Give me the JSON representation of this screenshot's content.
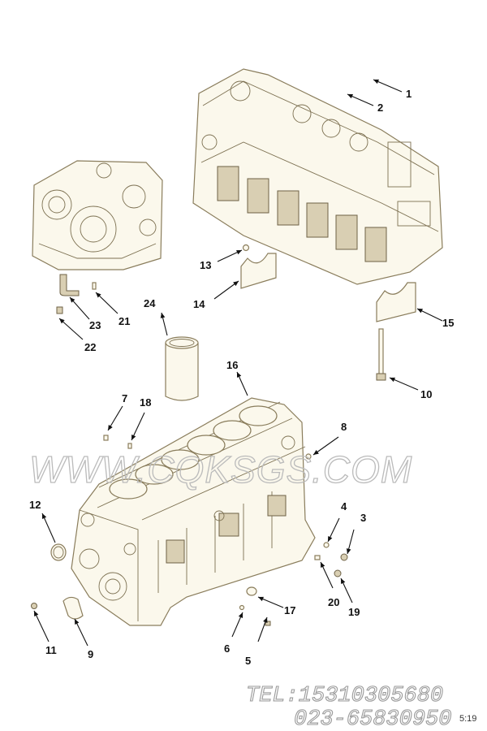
{
  "callouts": [
    {
      "id": "1",
      "label": "1"
    },
    {
      "id": "2",
      "label": "2"
    },
    {
      "id": "3",
      "label": "3"
    },
    {
      "id": "4",
      "label": "4"
    },
    {
      "id": "5",
      "label": "5"
    },
    {
      "id": "6",
      "label": "6"
    },
    {
      "id": "7",
      "label": "7"
    },
    {
      "id": "8",
      "label": "8"
    },
    {
      "id": "9",
      "label": "9"
    },
    {
      "id": "10",
      "label": "10"
    },
    {
      "id": "11",
      "label": "11"
    },
    {
      "id": "12",
      "label": "12"
    },
    {
      "id": "13",
      "label": "13"
    },
    {
      "id": "14",
      "label": "14"
    },
    {
      "id": "15",
      "label": "15"
    },
    {
      "id": "16",
      "label": "16"
    },
    {
      "id": "17",
      "label": "17"
    },
    {
      "id": "18",
      "label": "18"
    },
    {
      "id": "19",
      "label": "19"
    },
    {
      "id": "20",
      "label": "20"
    },
    {
      "id": "21",
      "label": "21"
    },
    {
      "id": "22",
      "label": "22"
    },
    {
      "id": "23",
      "label": "23"
    },
    {
      "id": "24",
      "label": "24"
    }
  ],
  "watermark": "WWW.CQKSGS.COM",
  "contact": {
    "tel": "TEL:15310305680",
    "phone": "023-65830950"
  },
  "corner_mark": "5:19",
  "colors": {
    "line_art": "#8a7d5c",
    "part_fill": "#fbf8ec",
    "callout": "#111111",
    "watermark": "#bbbbbb"
  }
}
